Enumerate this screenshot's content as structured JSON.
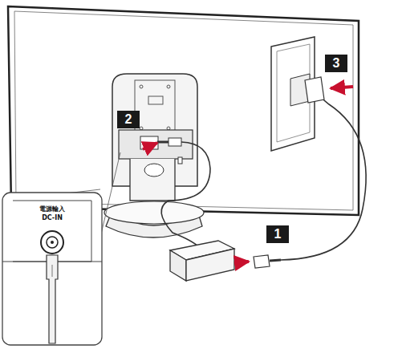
{
  "diagram": {
    "labels": [
      "2",
      "3",
      "電源輸入",
      "DC-IN",
      "1"
    ]
  }
}
